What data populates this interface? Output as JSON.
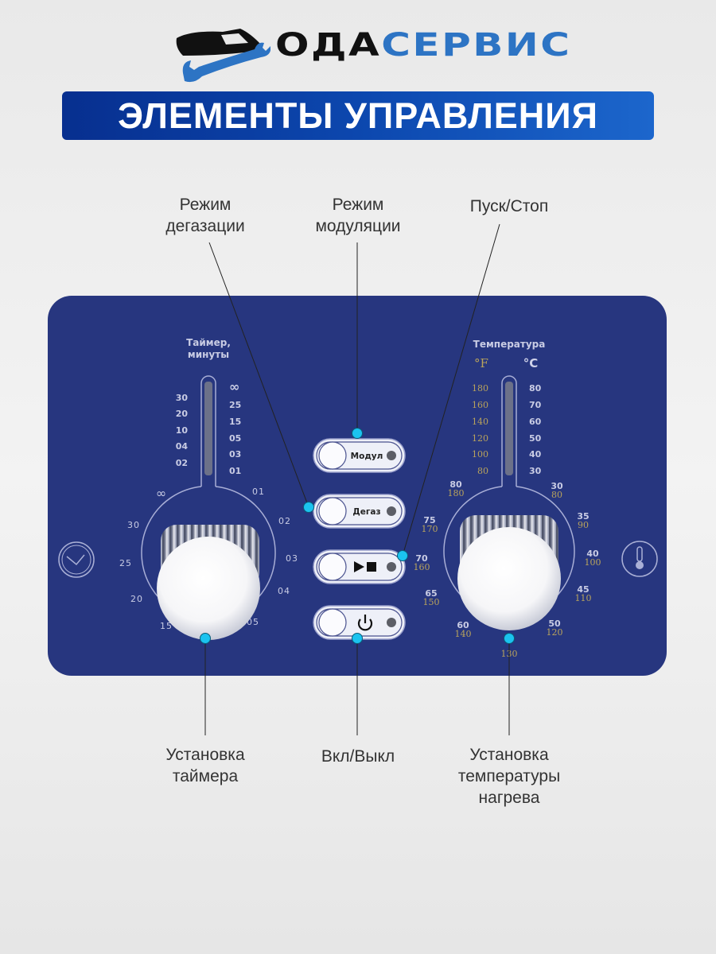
{
  "logo": {
    "part1": "ОДА",
    "part2": "СЕРВИС"
  },
  "banner": {
    "title": "ЭЛЕМЕНТЫ УПРАВЛЕНИЯ"
  },
  "callouts": {
    "degas": [
      "Режим",
      "дегазации"
    ],
    "modulation": [
      "Режим",
      "модуляции"
    ],
    "start_stop": "Пуск/Стоп",
    "timer_set": [
      "Установка",
      "таймера"
    ],
    "power": "Вкл/Выкл",
    "temp_set": [
      "Установка",
      "температуры",
      "нагрева"
    ]
  },
  "timer": {
    "title": [
      "Таймер,",
      "минуты"
    ],
    "ladder_left": [
      "30",
      "20",
      "10",
      "04",
      "02"
    ],
    "ladder_right": [
      "∞",
      "25",
      "15",
      "05",
      "03",
      "01"
    ],
    "dial": [
      "∞",
      "30",
      "25",
      "20",
      "15",
      "05",
      "04",
      "03",
      "02",
      "01"
    ]
  },
  "temperature": {
    "title": "Температура",
    "unit_f": "°F",
    "unit_c": "°C",
    "ladder_f": [
      "180",
      "160",
      "140",
      "120",
      "100",
      "80"
    ],
    "ladder_c": [
      "80",
      "70",
      "60",
      "50",
      "40",
      "30"
    ],
    "dial": [
      {
        "c": "80",
        "f": "180"
      },
      {
        "c": "75",
        "f": "170"
      },
      {
        "c": "70",
        "f": "160"
      },
      {
        "c": "65",
        "f": "150"
      },
      {
        "c": "60",
        "f": "140"
      },
      {
        "c": "",
        "f": "130"
      },
      {
        "c": "50",
        "f": "120"
      },
      {
        "c": "45",
        "f": "110"
      },
      {
        "c": "40",
        "f": "100"
      },
      {
        "c": "35",
        "f": "90"
      },
      {
        "c": "30",
        "f": "80"
      }
    ]
  },
  "buttons": {
    "modul": "Модул",
    "degas": "Дегаз"
  },
  "colors": {
    "panel": "#27367f",
    "accent": "#1bc3ef",
    "banner": "#0c47ae",
    "gold": "#b9a35c"
  }
}
